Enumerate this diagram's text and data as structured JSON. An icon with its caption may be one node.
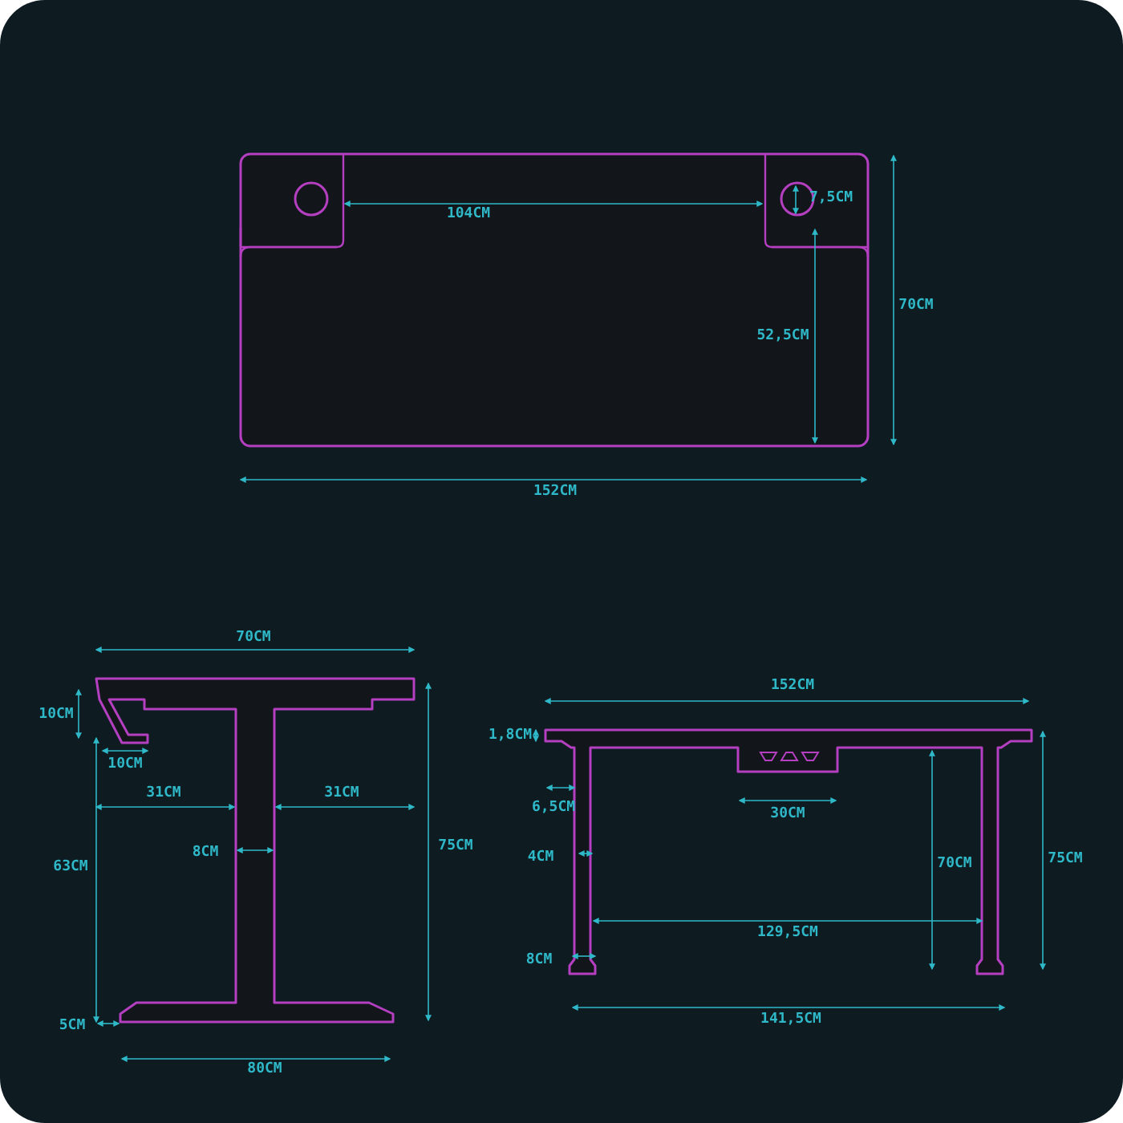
{
  "diagram": {
    "labels": [
      "104CM",
      "7,5CM",
      "70CM",
      "52,5CM",
      "152CM",
      "70CM",
      "10CM",
      "10CM",
      "152CM",
      "1,8CM",
      "31CM",
      "31CM",
      "6,5CM",
      "30CM",
      "8CM",
      "4CM",
      "70CM",
      "63CM",
      "75CM",
      "75CM",
      "129,5CM",
      "8CM",
      "5CM",
      "141,5CM",
      "80CM"
    ]
  }
}
